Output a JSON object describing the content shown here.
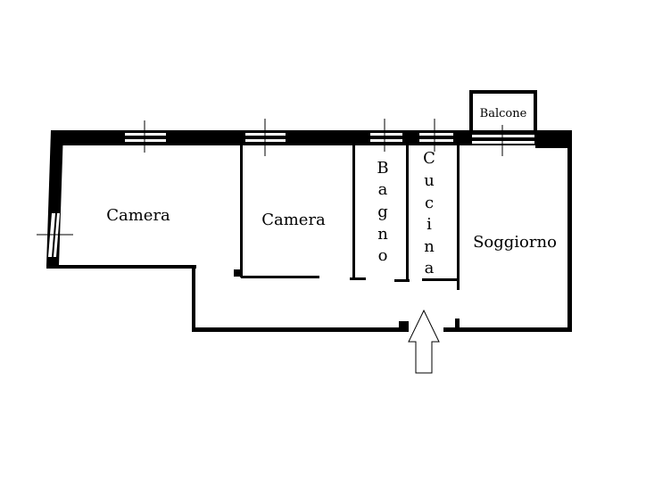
{
  "title": "Floor plan",
  "colors": {
    "wall": "#000000",
    "background": "#ffffff"
  },
  "rooms": {
    "camera1": "Camera",
    "camera2": "Camera",
    "bagno": [
      "B",
      "a",
      "g",
      "n",
      "o"
    ],
    "cucina": [
      "C",
      "u",
      "c",
      "i",
      "n",
      "a"
    ],
    "soggiorno": "Soggiorno",
    "balcone": "Balcone"
  },
  "entrance": "entrance-arrow"
}
